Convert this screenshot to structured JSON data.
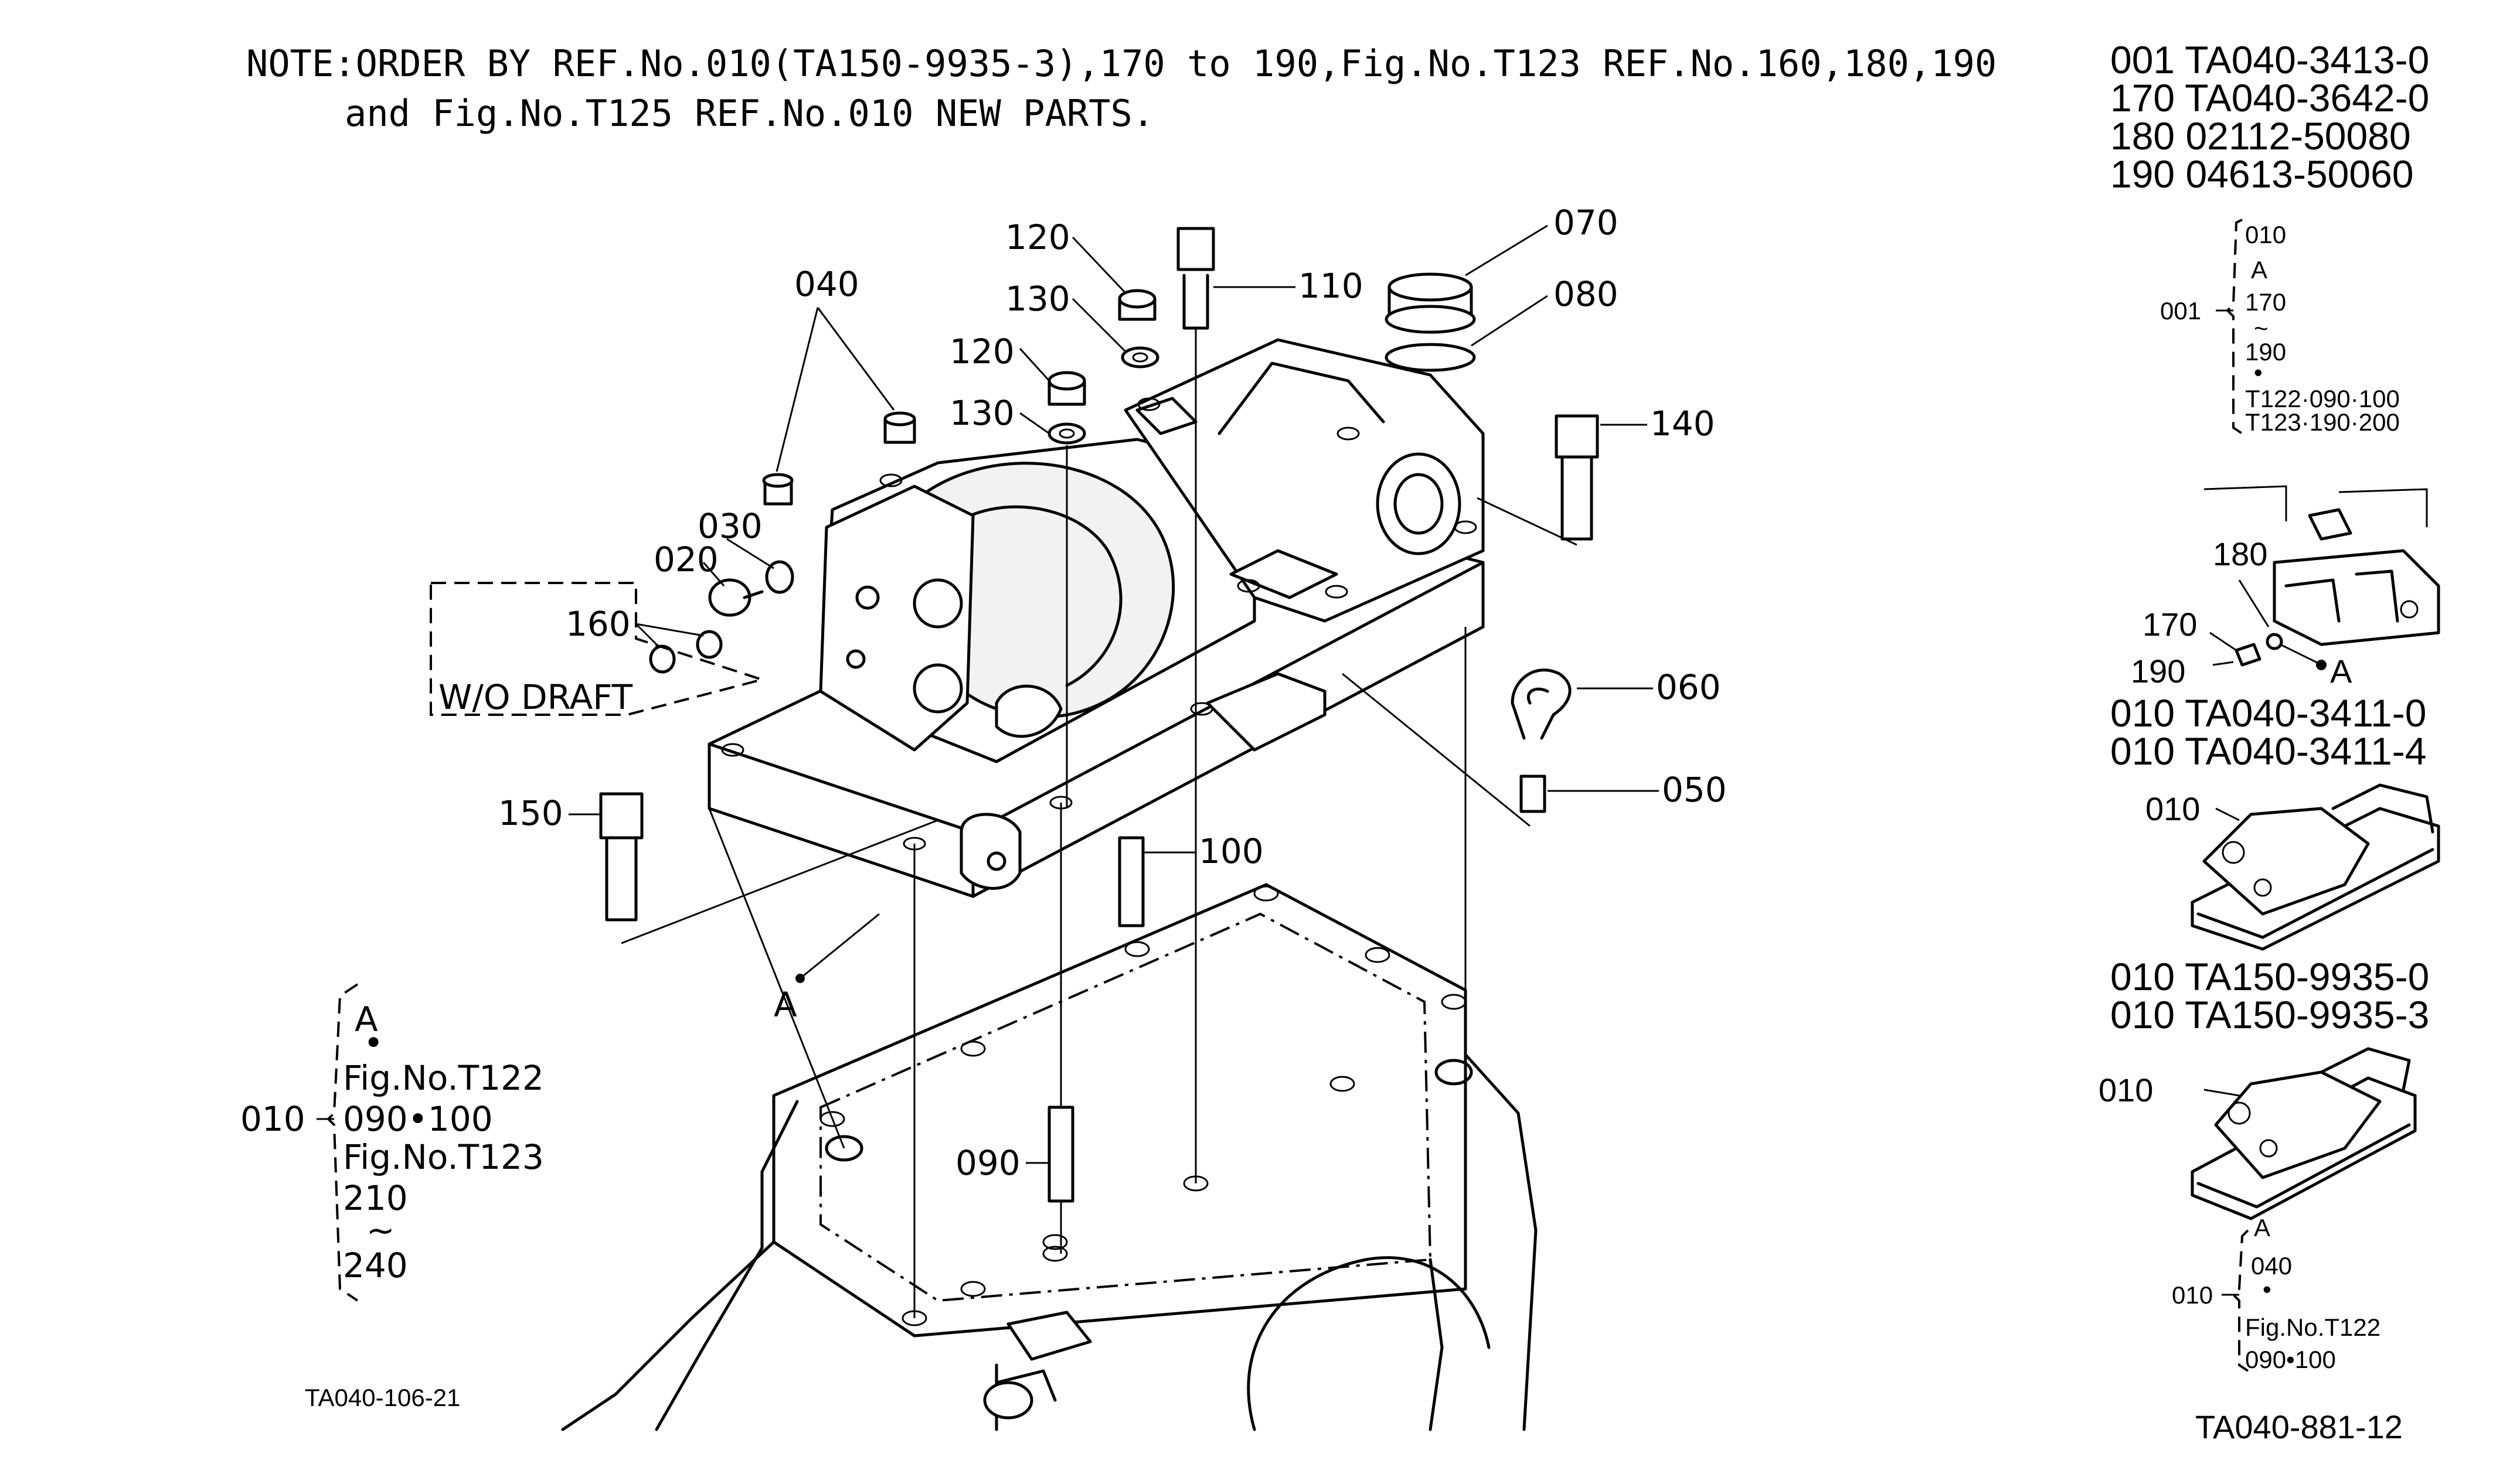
{
  "note": {
    "line1": "NOTE:ORDER BY REF.No.010(TA150-9935-3),170 to 190,Fig.No.T123 REF.No.160,180,190",
    "line2": "and Fig.No.T125 REF.No.010 NEW PARTS."
  },
  "callouts": {
    "c120a": "120",
    "c130a": "130",
    "c110": "110",
    "c070": "070",
    "c080": "080",
    "c040": "040",
    "c120b": "120",
    "c130b": "130",
    "c140": "140",
    "c030": "030",
    "c020": "020",
    "c160": "160",
    "wo_draft": "W/O DRAFT",
    "c060": "060",
    "c050": "050",
    "c150": "150",
    "c100": "100",
    "cA": "A",
    "c090": "090"
  },
  "left_bracket": {
    "ref": "010",
    "lines": [
      "A",
      "•",
      "Fig.No.T122",
      "090•100",
      "Fig.No.T123",
      "210",
      "~",
      "240"
    ]
  },
  "diagram_code": "TA040-106-21",
  "right_panel": {
    "part_numbers_top": [
      "001 TA040-3413-0",
      "170 TA040-3642-0",
      "180 02112-50080",
      "190 04613-50060"
    ],
    "bracket_001": {
      "ref": "001",
      "lines": [
        "010",
        "A",
        "170",
        "~",
        "190",
        "•",
        "T122·090·100",
        "T123·190·200"
      ]
    },
    "inset_labels": {
      "c180": "180",
      "c170": "170",
      "c190": "190",
      "cA": "A"
    },
    "part_numbers_mid": [
      "010 TA040-3411-0",
      "010 TA040-3411-4"
    ],
    "inset2_label": "010",
    "part_numbers_low": [
      "010 TA150-9935-0",
      "010 TA150-9935-3"
    ],
    "inset3_label": "010",
    "bracket_010": {
      "ref": "010",
      "lines": [
        "A",
        "040",
        "•",
        "Fig.No.T122",
        "090•100"
      ]
    },
    "figure_code": "TA040-881-12"
  }
}
